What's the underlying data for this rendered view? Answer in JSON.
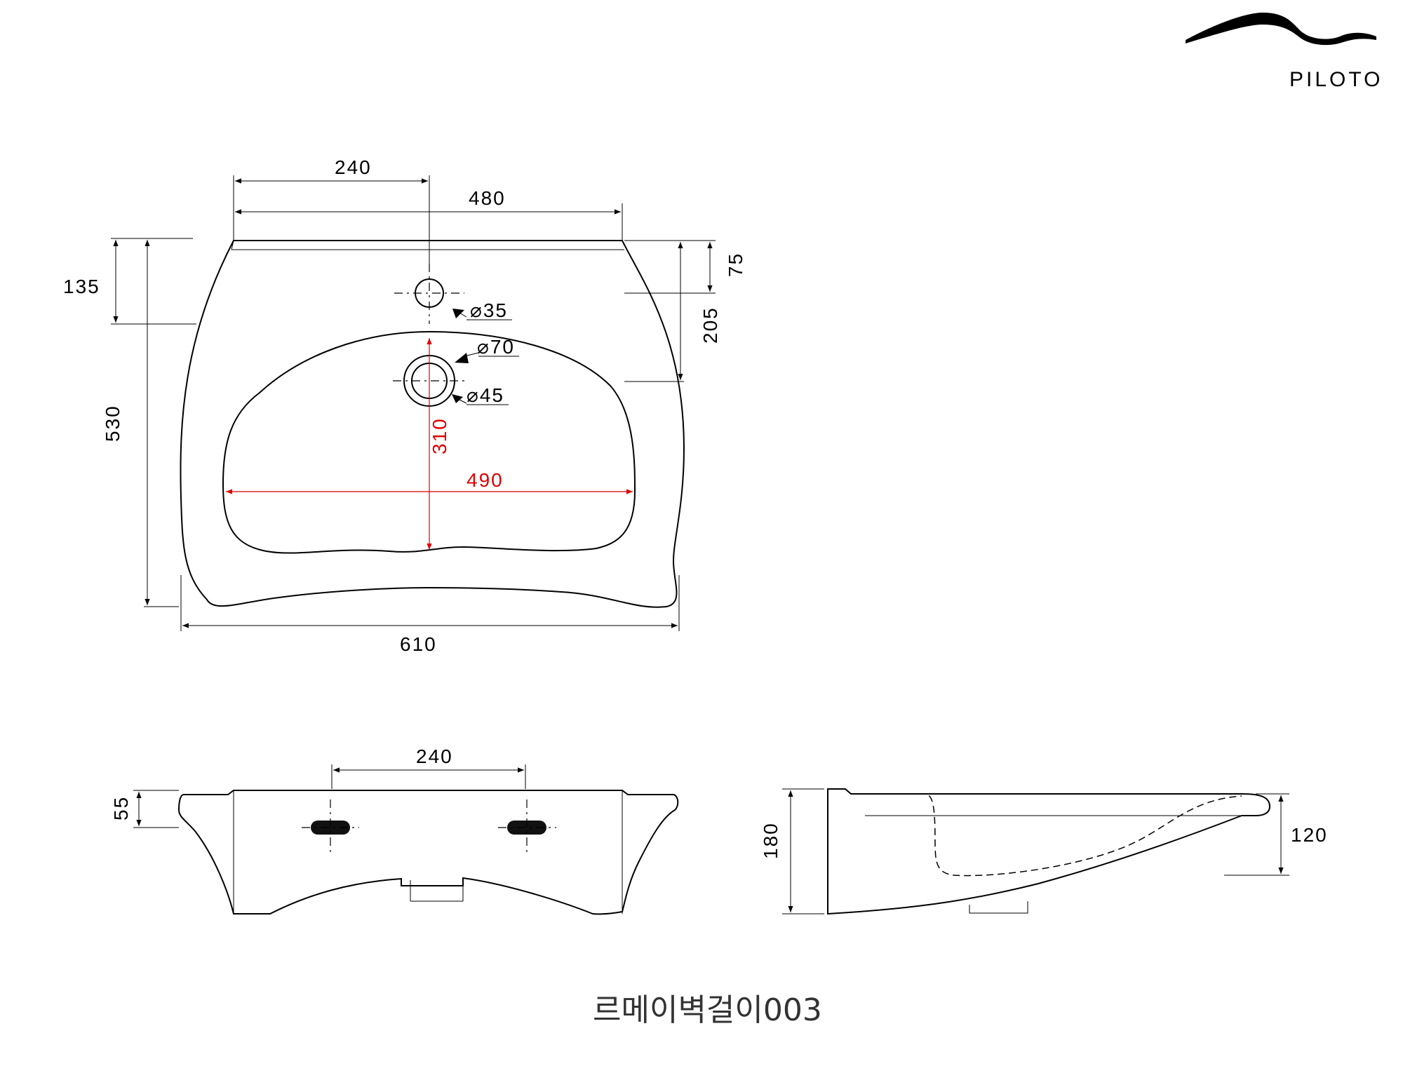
{
  "brand": {
    "name": "PILOTO"
  },
  "caption": "르메이벽걸이003",
  "top_view": {
    "dims": {
      "d240": "240",
      "d480": "480",
      "d75": "75",
      "d135": "135",
      "d205": "205",
      "d530": "530",
      "d610": "610",
      "d310": "310",
      "d490": "490"
    },
    "holes": {
      "h35": "⌀35",
      "h70": "⌀70",
      "h45": "⌀45"
    }
  },
  "front_view": {
    "dims": {
      "d240": "240",
      "d55": "55"
    }
  },
  "side_view": {
    "dims": {
      "d180": "180",
      "d120": "120"
    }
  },
  "colors": {
    "line": "#000000",
    "highlight": "#e00000"
  }
}
